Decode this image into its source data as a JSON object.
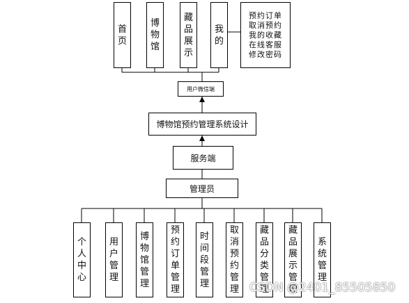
{
  "client_modules": [
    {
      "id": "home",
      "label": "首\n页"
    },
    {
      "id": "museum",
      "label": "博\n物\n馆"
    },
    {
      "id": "collection-display",
      "label": "藏\n品\n展\n示"
    },
    {
      "id": "mine",
      "label": "我\n的"
    }
  ],
  "mine_details": "预约订单\n取消预约\n我的收藏\n在线客服\n修改密码",
  "user_end": "用户微信端",
  "system": "博物馆预约管理系统设计",
  "server": "服务端",
  "admin": "管理员",
  "admin_modules": [
    {
      "id": "personal-center",
      "label": "个\n人\n中\n心"
    },
    {
      "id": "user-mgmt",
      "label": "用\n户\n管\n理"
    },
    {
      "id": "museum-mgmt",
      "label": "博\n物\n馆\n管\n理"
    },
    {
      "id": "order-mgmt",
      "label": "预\n约\n订\n单\n管\n理"
    },
    {
      "id": "timeslot-mgmt",
      "label": "时\n间\n段\n管\n理"
    },
    {
      "id": "cancel-mgmt",
      "label": "取\n消\n预\n约\n管\n理"
    },
    {
      "id": "category-mgmt",
      "label": "藏\n品\n分\n类\n管\n理"
    },
    {
      "id": "display-mgmt",
      "label": "藏\n品\n展\n示\n管\n理"
    },
    {
      "id": "system-mgmt",
      "label": "系\n统\n管\n理"
    }
  ],
  "watermark": "CSDN @2401_85505850"
}
